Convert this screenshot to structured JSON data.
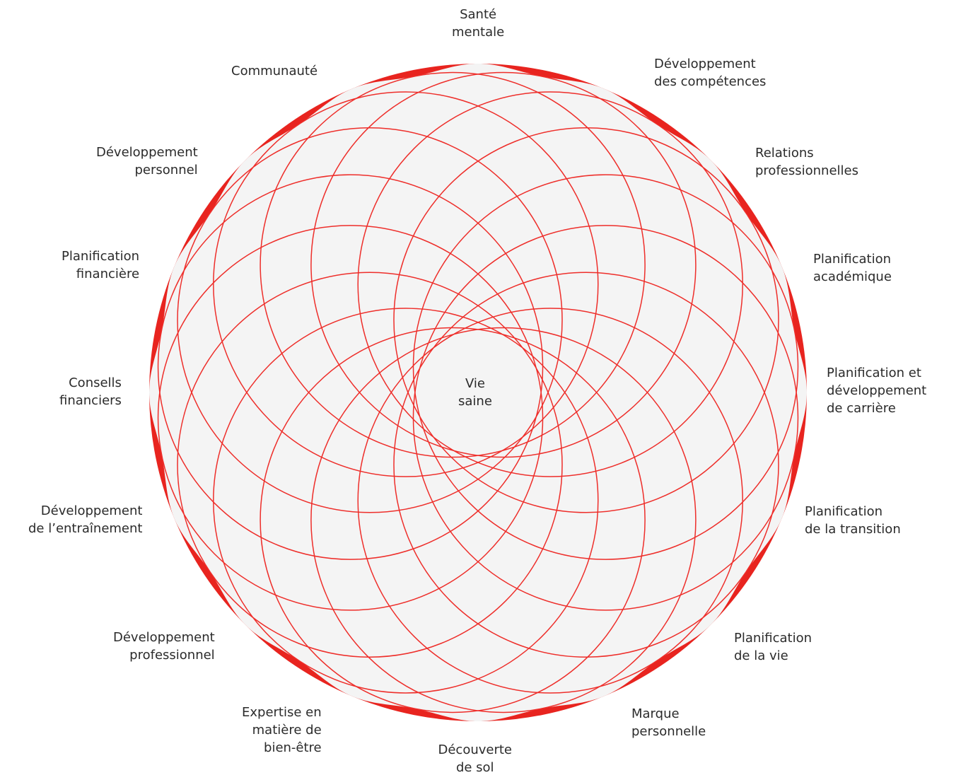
{
  "diagram": {
    "colors": {
      "ring_fill": "#e8241f",
      "ring_stroke": "#ee2e2a",
      "disc_fill": "#f4f4f4",
      "text": "#2b2b2b"
    },
    "center_label": [
      "Vie",
      "saine"
    ],
    "labels": [
      {
        "name": "label-sante-mentale",
        "lines": [
          "Santé",
          "mentale"
        ]
      },
      {
        "name": "label-developpement-competences",
        "lines": [
          "Développement",
          "des compétences"
        ]
      },
      {
        "name": "label-relations-professionnelles",
        "lines": [
          "Relations",
          "professionnelles"
        ]
      },
      {
        "name": "label-planification-academique",
        "lines": [
          "Planification",
          "académique"
        ]
      },
      {
        "name": "label-planification-carriere",
        "lines": [
          "Planification et",
          "développement",
          "de carrière"
        ]
      },
      {
        "name": "label-planification-transition",
        "lines": [
          "Planification",
          "de la transition"
        ]
      },
      {
        "name": "label-planification-vie",
        "lines": [
          "Planification",
          "de la vie"
        ]
      },
      {
        "name": "label-marque-personnelle",
        "lines": [
          "Marque",
          "personnelle"
        ]
      },
      {
        "name": "label-decouverte-de-sol",
        "lines": [
          "Découverte",
          "de sol"
        ]
      },
      {
        "name": "label-expertise-bien-etre",
        "lines": [
          "Expertise en",
          "matière de",
          "bien-être"
        ]
      },
      {
        "name": "label-developpement-professionnel",
        "lines": [
          "Développement",
          "professionnel"
        ]
      },
      {
        "name": "label-developpement-entrainement",
        "lines": [
          "Développement",
          "de l’entraînement"
        ]
      },
      {
        "name": "label-conseils-financiers",
        "lines": [
          "Consells",
          "financiers"
        ]
      },
      {
        "name": "label-planification-financiere",
        "lines": [
          "Planification",
          "financière"
        ]
      },
      {
        "name": "label-developpement-personnel",
        "lines": [
          "Développement",
          "personnel"
        ]
      },
      {
        "name": "label-communaute",
        "lines": [
          "Communauté"
        ]
      }
    ]
  }
}
